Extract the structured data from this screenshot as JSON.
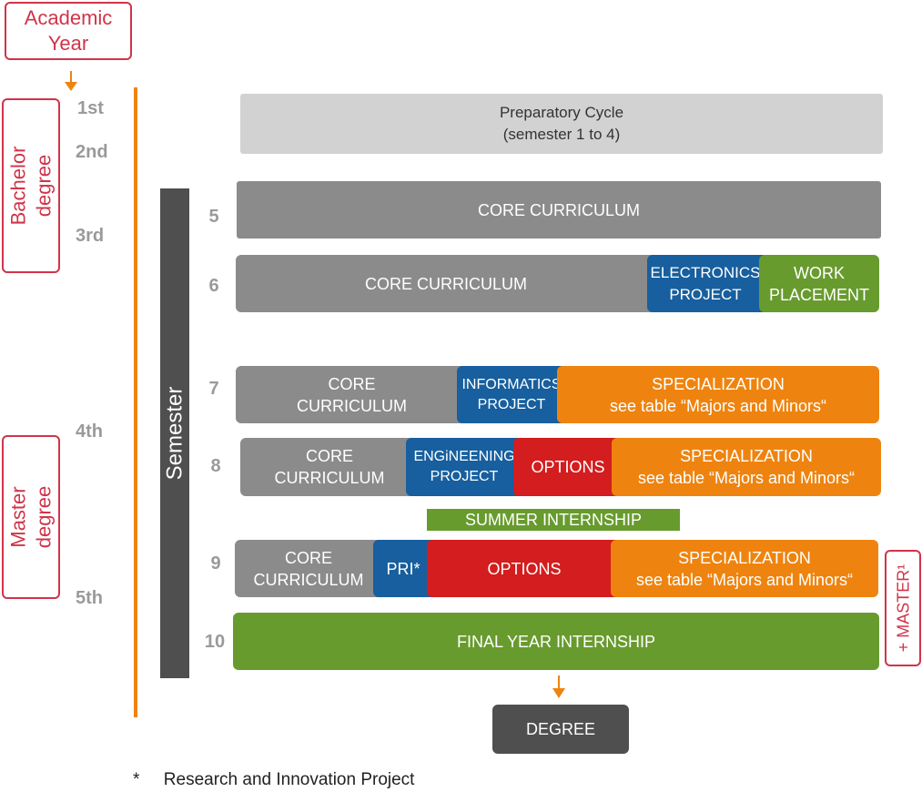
{
  "academic_year_label": "Academic\nYear",
  "bachelor_label": "Bachelor\ndegree",
  "master_label": "Master\ndegree",
  "semester_label": "Semester",
  "plus_master_label": "+ MASTER¹",
  "years": [
    "1st",
    "2nd",
    "3rd",
    "4th",
    "5th"
  ],
  "semesters": [
    "5",
    "6",
    "7",
    "8",
    "9",
    "10"
  ],
  "blocks": {
    "preparatory": "Preparatory Cycle\n(semester 1 to 4)",
    "s5_core": "CORE CURRICULUM",
    "s6_core": "CORE CURRICULUM",
    "s6_electronics": "ELECTRONICS\nPROJECT",
    "s6_work": "WORK\nPLACEMENT",
    "s7_core": "CORE\nCURRICULUM",
    "s7_informatics": "INFORMATICS\nPROJECT",
    "s7_specialization": "SPECIALIZATION\nsee table “Majors and Minors“",
    "s8_core": "CORE\nCURRICULUM",
    "s8_engineering": "ENGiNEENING\nPROJECT",
    "s8_options": "OPTIONS",
    "s8_specialization": "SPECIALIZATION\nsee table “Majors and Minors“",
    "summer_internship": "SUMMER INTERNSHIP",
    "s9_core": "CORE\nCURRICULUM",
    "s9_pri": "PRI*",
    "s9_options": "OPTIONS",
    "s9_specialization": "SPECIALIZATION\nsee table “Majors and Minors“",
    "s10_final": "FINAL YEAR INTERNSHIP",
    "degree": "DEGREE"
  },
  "footnote": "*     Research and Innovation Project",
  "colors": {
    "grey": "#8b8b8b",
    "light_grey": "#d2d2d2",
    "blue": "#175f9e",
    "green": "#689b2e",
    "orange": "#ee840f",
    "red": "#d31d1e",
    "dark_grey": "#4f4f4f",
    "frame_red": "#d0344a"
  }
}
